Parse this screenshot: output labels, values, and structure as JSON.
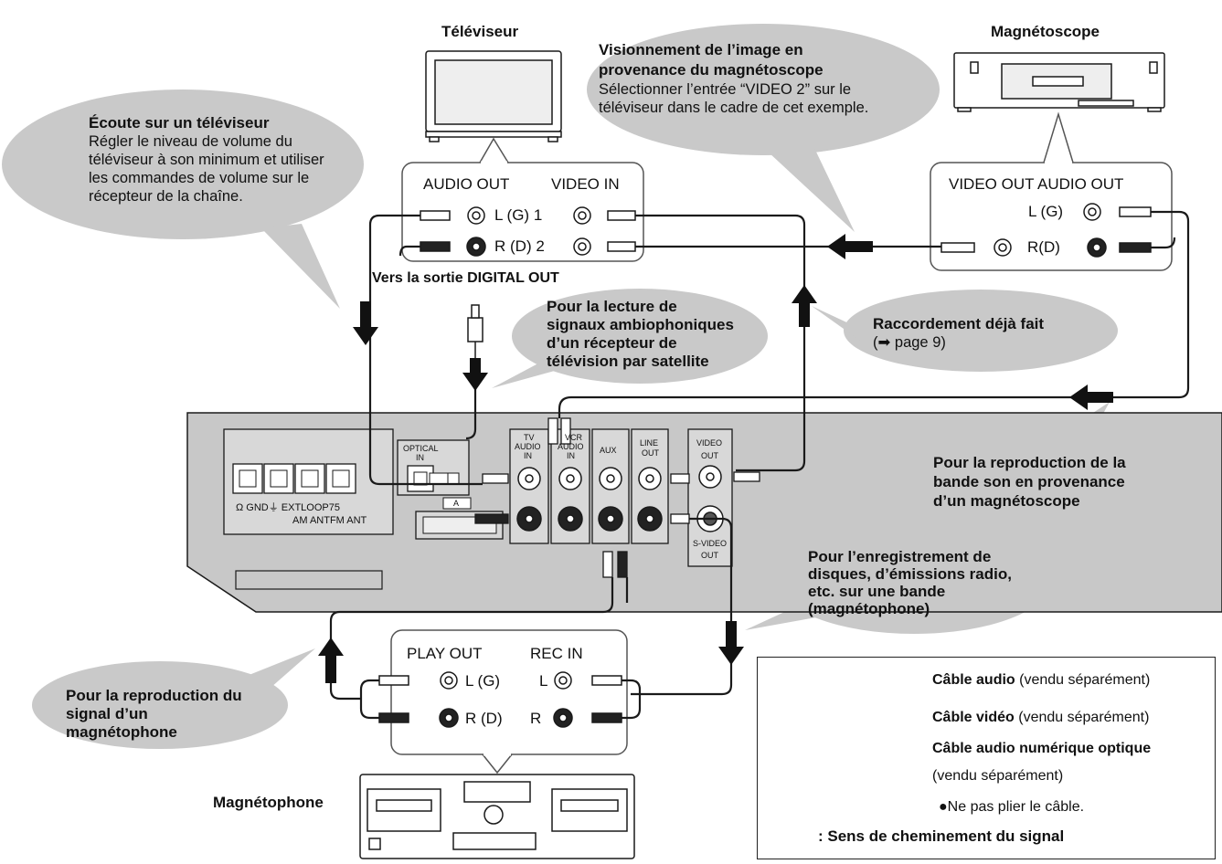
{
  "devices": {
    "tv": "Téléviseur",
    "vcr": "Magnétoscope",
    "tape_deck": "Magnétophone"
  },
  "tv_panel": {
    "audio_out": "AUDIO OUT",
    "video_in": "VIDEO IN",
    "row1": "L (G) 1",
    "row2": "R (D) 2"
  },
  "vcr_panel": {
    "header": "VIDEO OUT AUDIO OUT",
    "row1": "L (G)",
    "row2": "R(D)"
  },
  "deck_panel": {
    "play_out": "PLAY OUT",
    "rec_in": "REC IN",
    "row1_left": "L (G)",
    "row1_right": "L",
    "row2_left": "R (D)",
    "row2_right": "R"
  },
  "receiver": {
    "optical_in_1": "OPTICAL",
    "optical_in_2": "IN",
    "tv_audio_in_1": "TV",
    "tv_audio_in_2": "AUDIO",
    "tv_audio_in_3": "IN",
    "vcr_audio_in_1": "VCR",
    "vcr_audio_in_2": "AUDIO",
    "vcr_audio_in_3": "IN",
    "aux": "AUX",
    "line_out_1": "LINE",
    "line_out_2": "OUT",
    "video_out_1": "VIDEO",
    "video_out_2": "OUT",
    "svideo_out_1": "S-VIDEO",
    "svideo_out_2": "OUT",
    "terminal_row": "Ω  GND⏚       EXTLOOP75",
    "antennas": "AM ANTFM ANT",
    "jack_a": "A"
  },
  "labels": {
    "digital_out": "Vers la sortie DIGITAL OUT"
  },
  "callouts": {
    "tv_listen": {
      "title": "Écoute sur un téléviseur",
      "lines": [
        "Régler le niveau de volume du",
        "téléviseur à son minimum et utiliser",
        "les commandes de volume sur le",
        "récepteur de la chaîne."
      ]
    },
    "vcr_view": {
      "title_lines": [
        "Visionnement de l’image en",
        "provenance du magnétoscope"
      ],
      "lines": [
        "Sélectionner l’entrée “VIDEO 2” sur le",
        "téléviseur dans le cadre de cet exemple."
      ]
    },
    "satellite": {
      "lines": [
        "Pour la lecture de",
        "signaux ambiophoniques",
        "d’un récepteur de",
        "télévision par satellite"
      ]
    },
    "done": {
      "title": "Raccordement déjà fait",
      "note": "(➡ page 9)"
    },
    "vcr_sound": {
      "lines": [
        "Pour la reproduction de la",
        "bande son en provenance",
        "d’un magnétoscope"
      ]
    },
    "record": {
      "lines": [
        "Pour l’enregistrement de",
        "disques, d’émissions radio,",
        "etc. sur une bande",
        "(magnétophone)"
      ]
    },
    "deck_play": {
      "lines": [
        "Pour la reproduction du",
        "signal d’un",
        "magnétophone"
      ]
    }
  },
  "legend": {
    "audio_cable_bold": "Câble audio",
    "audio_cable_note": " (vendu séparément)",
    "video_cable_bold": "Câble vidéo",
    "video_cable_note": " (vendu séparément)",
    "optical_cable_bold": "Câble audio numérique optique",
    "optical_cable_note": "(vendu séparément)",
    "no_bend": "●Ne pas plier le câble.",
    "signal_dir": ": Sens de cheminement du signal"
  },
  "colors": {
    "callout_fill": "#c9c9c9",
    "receiver_fill": "#c8c8c8",
    "line": "#1a1a1a"
  }
}
